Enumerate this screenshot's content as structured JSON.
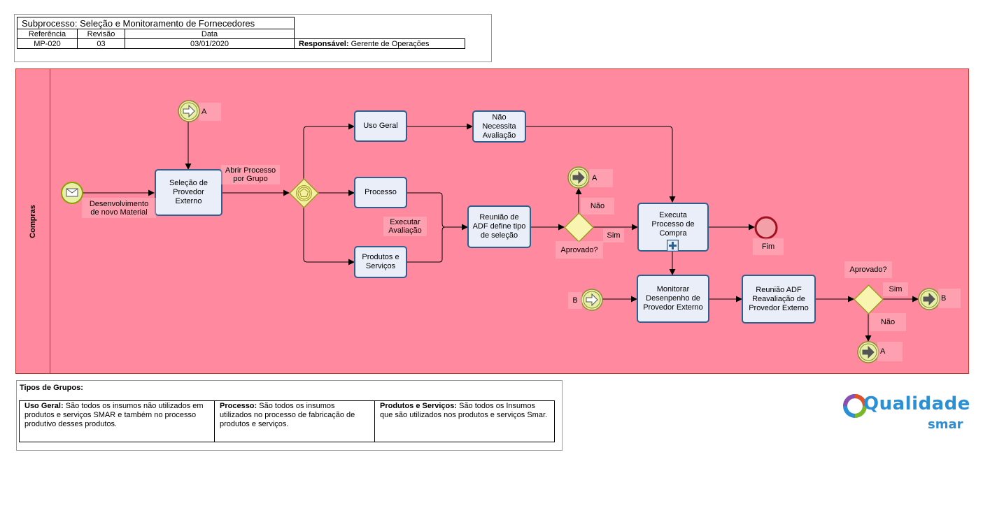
{
  "header": {
    "title": "Subprocesso: Seleção e Monitoramento de Fornecedores",
    "col_ref_label": "Referência",
    "col_rev_label": "Revisão",
    "col_date_label": "Data",
    "ref_value": "MP-020",
    "rev_value": "03",
    "date_value": "03/01/2020",
    "responsible_label": "Responsável:",
    "responsible_value": "Gerente de Operações"
  },
  "lane": {
    "name": "Compras"
  },
  "tasks": {
    "selecao": "Seleção de\nProvedor\nExterno",
    "uso_geral": "Uso Geral",
    "nao_necessita": "Não\nNecessita\nAvaliação",
    "processo": "Processo",
    "produtos_servicos": "Produtos e\nServiços",
    "reuniao_adf": "Reunião de\nADF define tipo\nde seleção",
    "executa_compra": "Executa\nProcesso de\nCompra",
    "monitorar": "Monitorar\nDesenpenho de\nProvedor Externo",
    "reavaliacao": "Reunião ADF\nReavaliação de\nProvedor Externo"
  },
  "labels": {
    "start": "Desenvolvimento\nde novo Material",
    "link_a_top": "A",
    "abrir_processo": "Abrir Processo\npor Grupo",
    "executar_avaliacao": "Executar\nAvaliação",
    "link_a_mid": "A",
    "nao_1": "Não",
    "aprovado_1": "Aprovado?",
    "sim_1": "Sim",
    "fim": "Fim",
    "link_b_in": "B",
    "aprovado_2": "Aprovado?",
    "sim_2": "Sim",
    "link_b_out": "B",
    "nao_2": "Não",
    "link_a_bottom": "A"
  },
  "legend": {
    "title": "Tipos de Grupos:",
    "items": [
      {
        "term": "Uso Geral:",
        "text": " São todos os insumos não utilizados em produtos e serviços SMAR e também no processo produtivo desses produtos."
      },
      {
        "term": "Processo:",
        "text": " São todos os insumos utilizados no processo de fabricação de produtos e serviços."
      },
      {
        "term": "Produtos e Serviços:",
        "text": " São todos os Insumos que são utilizados nos produtos e serviços Smar."
      }
    ]
  },
  "logo": {
    "word1": "Qualidade",
    "word2": "smar"
  },
  "colors": {
    "pool_fill": "#ff8a9f",
    "task_fill": "#e9eef8",
    "task_border": "#2f5f8f",
    "event_fill": "#e8f0a8",
    "end_event_fill": "#f4a0a8",
    "logo_blue": "#2b8fd6"
  }
}
